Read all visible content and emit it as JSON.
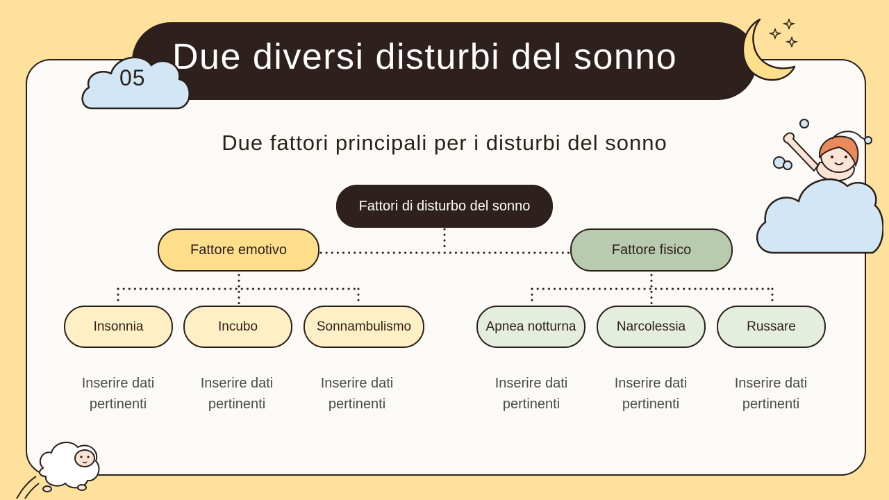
{
  "slide": {
    "number": "05",
    "title": "Due diversi disturbi del sonno",
    "subtitle": "Due fattori principali per i disturbi del sonno"
  },
  "diagram": {
    "root": "Fattori di disturbo del sonno",
    "categories": [
      {
        "label": "Fattore emotivo",
        "color": "#FFDF8C",
        "children": [
          {
            "label": "Insonnia",
            "note": "Inserire dati pertinenti"
          },
          {
            "label": "Incubo",
            "note": "Inserire dati pertinenti"
          },
          {
            "label": "Sonnambulismo",
            "note": "Inserire dati pertinenti"
          }
        ]
      },
      {
        "label": "Fattore fisico",
        "color": "#B8CBAE",
        "children": [
          {
            "label": "Apnea notturna",
            "note": "Inserire dati pertinenti"
          },
          {
            "label": "Narcolessia",
            "note": "Inserire dati pertinenti"
          },
          {
            "label": "Russare",
            "note": "Inserire dati pertinenti"
          }
        ]
      }
    ]
  },
  "colors": {
    "background": "#FFE19E",
    "dark": "#2E211D",
    "cloud": "#D3E6F5",
    "emotional_light": "#FFEFC4",
    "physical_light": "#E4EEDF"
  },
  "decorations": [
    "moon-icon",
    "stars-icon",
    "number-cloud",
    "girl-on-cloud-illustration",
    "sheep-illustration"
  ]
}
